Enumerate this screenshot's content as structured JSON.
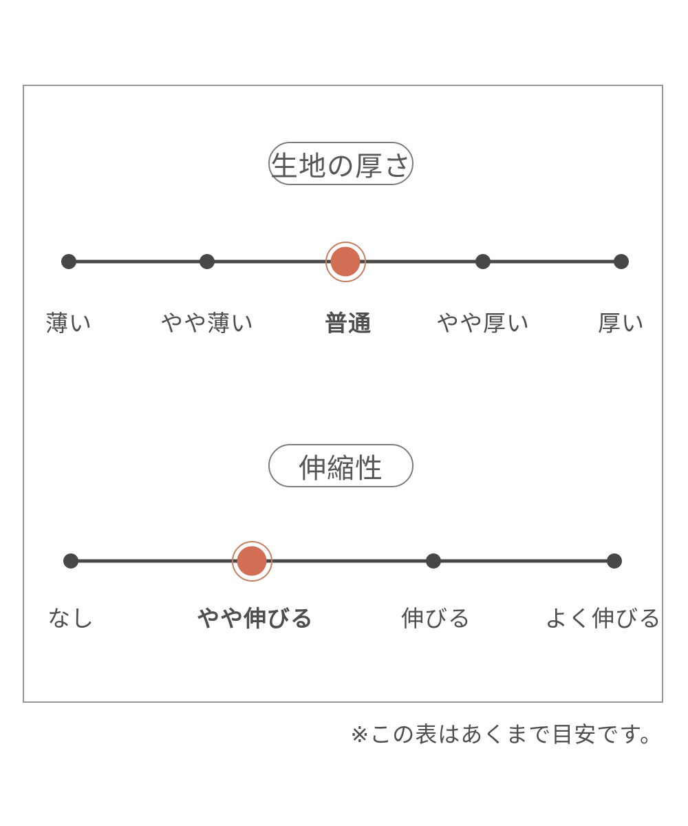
{
  "page": {
    "footnote": "※この表はあくまで目安です。"
  },
  "colors": {
    "background": "#ffffff",
    "panel_border": "#969696",
    "pill_border": "#7c7c7c",
    "title_text": "#575757",
    "label_text": "#4e4e4e",
    "line_and_dots": "#474747",
    "active_dot": "#d26e53",
    "active_ring": "#c67d60"
  },
  "chart_data": [
    {
      "type": "scale",
      "title": "生地の厚さ",
      "categories": [
        "薄い",
        "やや薄い",
        "普通",
        "やや厚い",
        "厚い"
      ],
      "num_points": 5,
      "selected_index": 2,
      "selected_label": "普通",
      "marker": "orange filled dot with thin ring outline",
      "legend_position": "none",
      "grid": false
    },
    {
      "type": "scale",
      "title": "伸縮性",
      "categories": [
        "なし",
        "やや伸びる",
        "伸びる",
        "よく伸びる"
      ],
      "num_points": 4,
      "selected_index": 1,
      "selected_label": "やや伸びる",
      "marker": "orange filled dot with thin ring outline",
      "legend_position": "none",
      "grid": false
    }
  ]
}
